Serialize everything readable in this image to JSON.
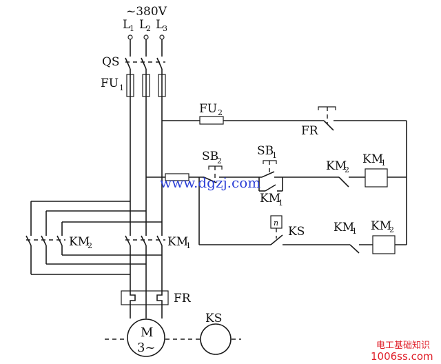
{
  "supply": {
    "voltage": "~380V",
    "phases": [
      {
        "main": "L",
        "sub": "1"
      },
      {
        "main": "L",
        "sub": "2"
      },
      {
        "main": "L",
        "sub": "3"
      }
    ]
  },
  "labels": {
    "qs": "QS",
    "fu1": {
      "main": "FU",
      "sub": "1"
    },
    "fu2": {
      "main": "FU",
      "sub": "2"
    },
    "fr_ctrl": "FR",
    "fr_main": "FR",
    "sb2": {
      "main": "SB",
      "sub": "2"
    },
    "sb1": {
      "main": "SB",
      "sub": "1"
    },
    "km1_hold": {
      "main": "KM",
      "sub": "1"
    },
    "km2_interlock": {
      "main": "KM",
      "sub": "2"
    },
    "km1_coil": {
      "main": "KM",
      "sub": "1"
    },
    "ks_contact": "KS",
    "ks_n": "n",
    "km1_interlock": {
      "main": "KM",
      "sub": "1"
    },
    "km2_coil": {
      "main": "KM",
      "sub": "2"
    },
    "km2_main": {
      "main": "KM",
      "sub": "2"
    },
    "km1_main": {
      "main": "KM",
      "sub": "1"
    },
    "motor": {
      "line1": "M",
      "line2": "3~"
    },
    "ks_sensor": "KS"
  },
  "watermark": {
    "site": "www.dgzj.com",
    "cn": "电工基础知识",
    "url": "1006ss.com"
  },
  "colors": {
    "wire": "#1a1a1a",
    "watermark_blue": "#2b3fd6",
    "watermark_red": "#e0202a"
  }
}
